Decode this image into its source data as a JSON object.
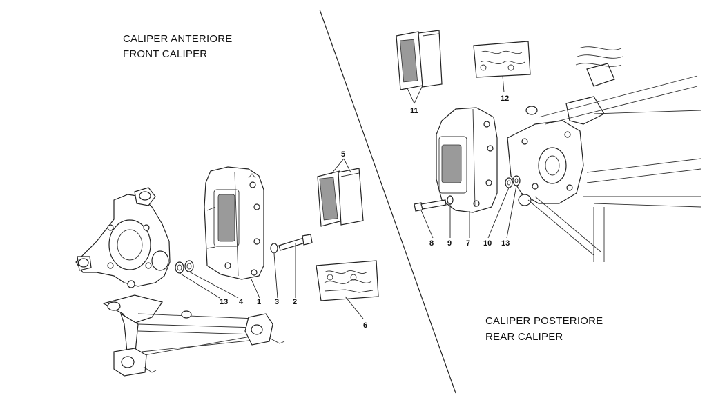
{
  "front": {
    "title_it": "CALIPER ANTERIORE",
    "title_en": "FRONT CALIPER",
    "callouts": [
      "13",
      "4",
      "1",
      "3",
      "2",
      "5",
      "6"
    ]
  },
  "rear": {
    "title_it": "CALIPER POSTERIORE",
    "title_en": "REAR CALIPER",
    "callouts": [
      "11",
      "12",
      "8",
      "9",
      "7",
      "10",
      "13"
    ]
  }
}
